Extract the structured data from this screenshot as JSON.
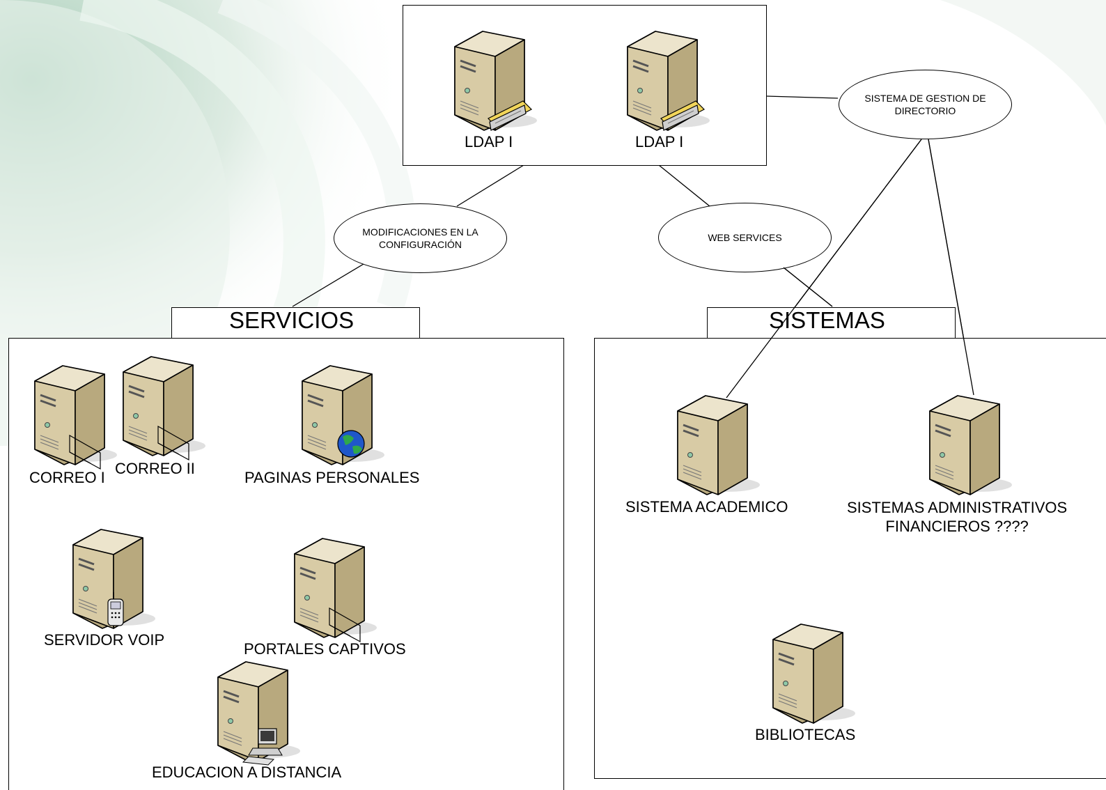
{
  "ldap": {
    "server_1_label": "LDAP I",
    "server_2_label": "LDAP I"
  },
  "ellipses": {
    "gestion_line1": "SISTEMA DE GESTION DE",
    "gestion_line2": "DIRECTORIO",
    "modificaciones_line1": "MODIFICACIONES EN LA",
    "modificaciones_line2": "CONFIGURACIÓN",
    "webservices": "WEB SERVICES"
  },
  "groups": {
    "servicios_title": "SERVICIOS",
    "sistemas_title": "SISTEMAS"
  },
  "servicios": {
    "correo_1": "CORREO I",
    "correo_2": "CORREO II",
    "paginas": "PAGINAS PERSONALES",
    "voip": "SERVIDOR VOIP",
    "portales": "PORTALES CAPTIVOS",
    "educacion": "EDUCACION A DISTANCIA"
  },
  "sistemas": {
    "academico": "SISTEMA ACADEMICO",
    "admin_line1": "SISTEMAS ADMINISTRATIVOS",
    "admin_line2": "FINANCIEROS ????",
    "bibliotecas": "BIBLIOTECAS"
  },
  "colors": {
    "server_front": "#d8cba5",
    "server_side": "#b8a97e",
    "server_top": "#ece4cc",
    "background_tint": "#cfe3d6"
  }
}
